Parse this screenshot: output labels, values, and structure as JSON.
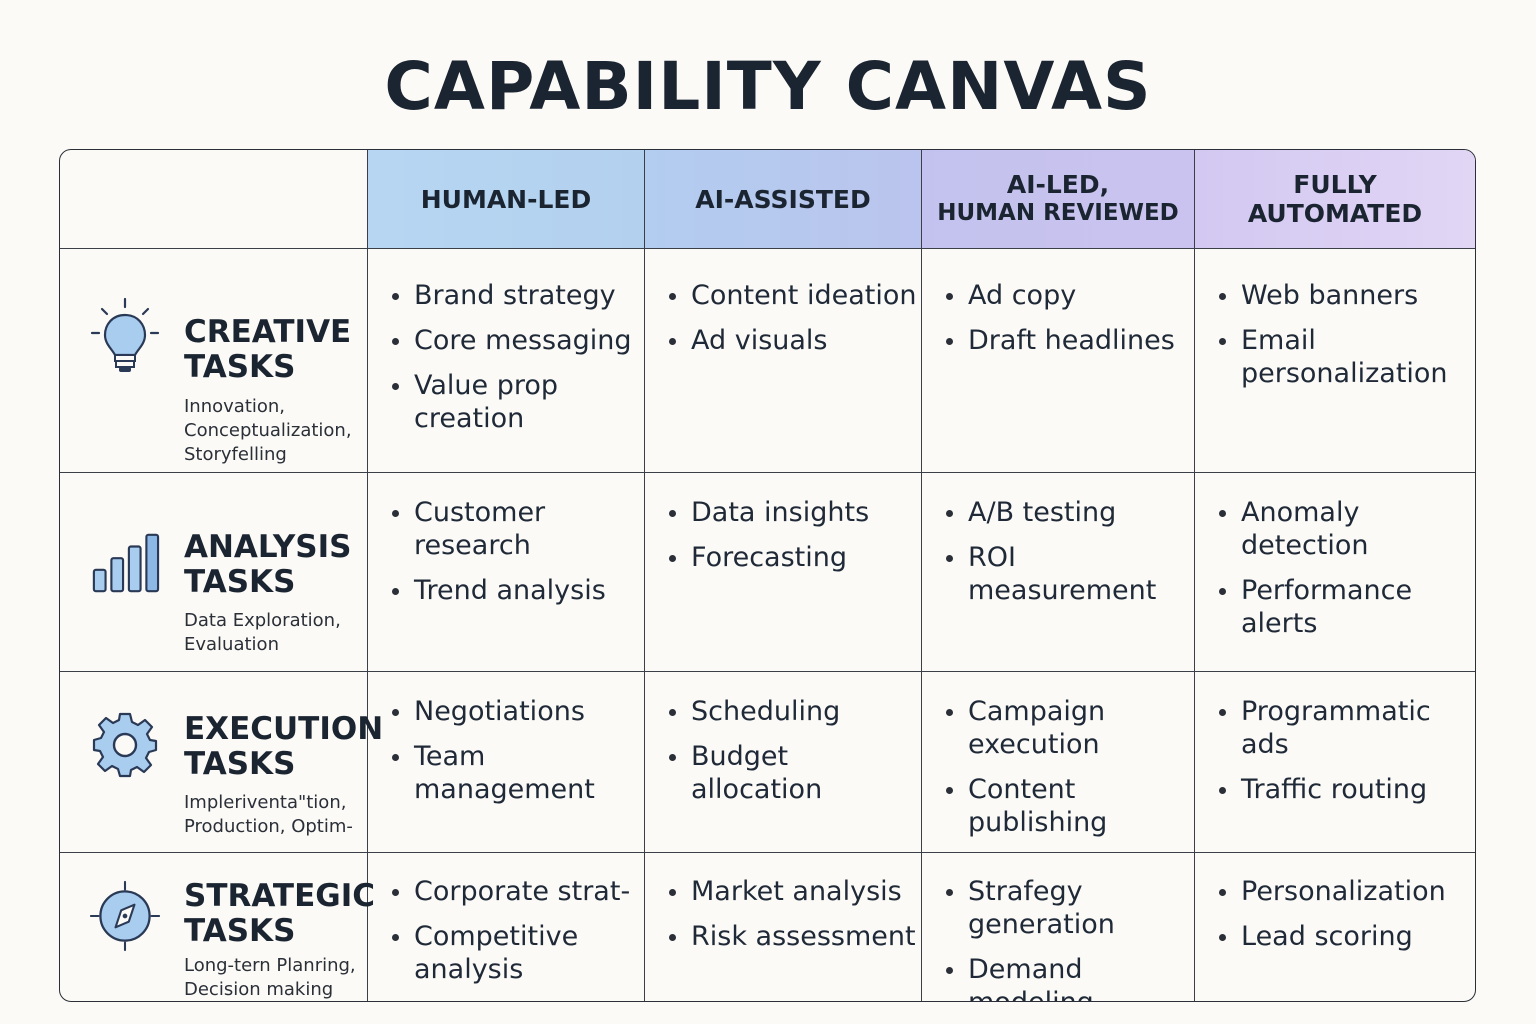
{
  "title": "CAPABILITY CANVAS",
  "columns": [
    {
      "label_line1": "HUMAN-LED",
      "label_line2": ""
    },
    {
      "label_line1": "AI-ASSISTED",
      "label_line2": ""
    },
    {
      "label_line1": "AI-LED,",
      "label_line2": "HUMAN REVIEWED"
    },
    {
      "label_line1": "FULLY",
      "label_line2": "AUTOMATED"
    }
  ],
  "rows": [
    {
      "icon": "lightbulb-icon",
      "title_line1": "CREATIVE",
      "title_line2": "TASKS",
      "sub_line1": "Innovation,",
      "sub_line2": "Conceptualization,",
      "sub_line3": "Storyfelling",
      "cells": [
        [
          "Brand strategy",
          "Core messaging",
          "Value prop creation"
        ],
        [
          "Content ideation",
          "Ad visuals"
        ],
        [
          "Ad copy",
          "Draft headlines"
        ],
        [
          "Web banners",
          "Email personalization"
        ]
      ]
    },
    {
      "icon": "bar-chart-icon",
      "title_line1": "ANALYSIS",
      "title_line2": "TASKS",
      "sub_line1": "Data Exploration,",
      "sub_line2": "Evaluation",
      "sub_line3": "",
      "cells": [
        [
          "Customer research",
          "Trend analysis"
        ],
        [
          "Data insights",
          "Forecasting"
        ],
        [
          "A/B testing",
          "ROI measurement"
        ],
        [
          "Anomaly detection",
          "Performance alerts"
        ]
      ]
    },
    {
      "icon": "gear-icon",
      "title_line1": "EXECUTION",
      "title_line2": "TASKS",
      "sub_line1": "Impleriventa\"tion,",
      "sub_line2": "Production, Optim-",
      "sub_line3": "",
      "cells": [
        [
          "Negotiations",
          "Team management"
        ],
        [
          "Scheduling",
          "Budget allocation"
        ],
        [
          "Campaign execution",
          "Content publishing"
        ],
        [
          "Programmatic ads",
          "Traffic routing"
        ]
      ]
    },
    {
      "icon": "compass-icon",
      "title_line1": "STRATEGIC",
      "title_line2": "TASKS",
      "sub_line1": "Long-tern Planring,",
      "sub_line2": "Decision making",
      "sub_line3": "",
      "cells": [
        [
          "Corporate strat-",
          "Competitive analysis"
        ],
        [
          "Market analysis",
          "Risk assessment"
        ],
        [
          "Strafegy generation",
          "Demand modeling"
        ],
        [
          "Personalization",
          "Lead scoring"
        ]
      ]
    }
  ],
  "colors": {
    "human_led": "#b6d6f2",
    "ai_assisted": "#bbc4ee",
    "ai_led": "#c8c3ef",
    "fully_automated": "#e2d6f5",
    "icon_fill": "#a9cdef",
    "icon_stroke": "#2a3a56"
  }
}
